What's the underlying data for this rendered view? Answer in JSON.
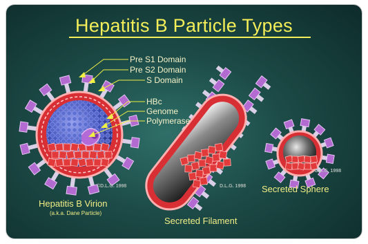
{
  "title": "Hepatitis B Particle Types",
  "callouts": {
    "pre_s1": "Pre S1 Domain",
    "pre_s2": "Pre S2 Domain",
    "s_domain": "S Domain",
    "hbc": "HBc",
    "genome": "Genome",
    "polymerase": "Polymerase"
  },
  "particles": {
    "virion": {
      "name": "Hepatitis B Virion",
      "aka": "(a.k.a. Dane Particle)",
      "signature": "©D.L.G. 1998"
    },
    "filament": {
      "name": "Secreted Filament",
      "signature": "D.L.G. 1998"
    },
    "sphere": {
      "name": "Secreted Sphere",
      "signature": "D.L.G. 1998"
    }
  },
  "colors": {
    "title": "#f4ee58",
    "envelope": "#e23a3a",
    "spike": "#b36ad1",
    "core": "#3e4fb4",
    "pointer": "#f0f044"
  }
}
